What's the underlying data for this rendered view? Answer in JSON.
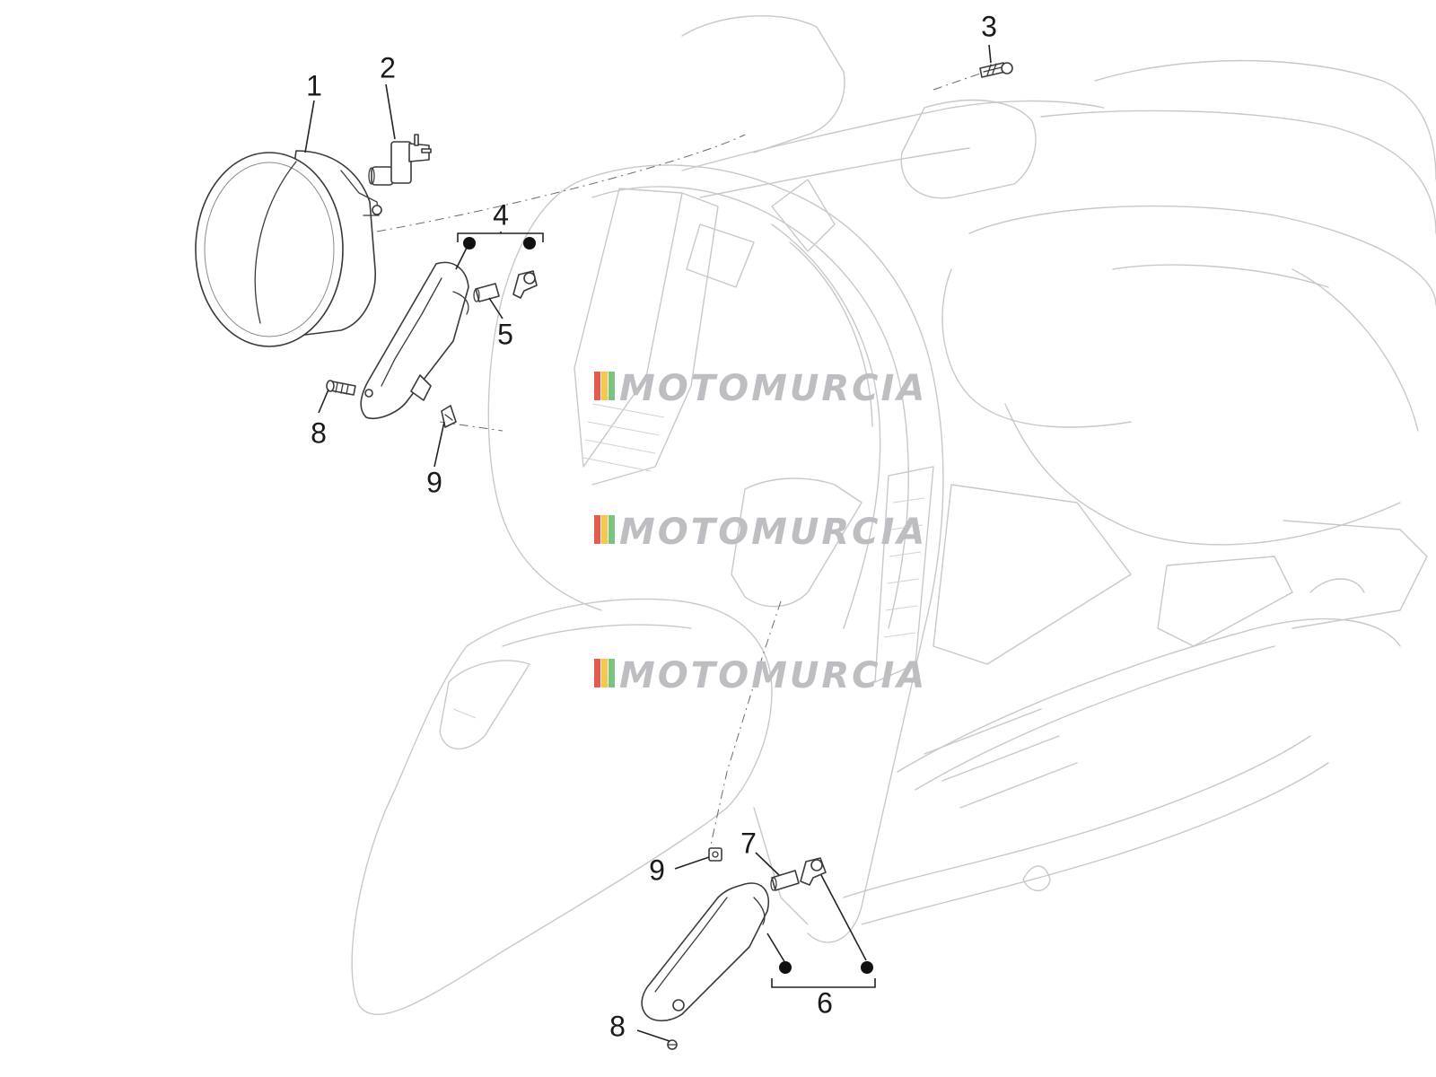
{
  "callouts": {
    "c1": "1",
    "c2": "2",
    "c3": "3",
    "c4": "4",
    "c5": "5",
    "c6": "6",
    "c7": "7",
    "c8a": "8",
    "c8b": "8",
    "c9a": "9",
    "c9b": "9"
  },
  "watermark": {
    "text": "MOTOMURCIA",
    "stripe_colors": [
      "#e85a4f",
      "#f2c94c",
      "#7bc47f"
    ]
  },
  "colors": {
    "ghost_outline": "#c8c8cc",
    "part_outline": "#3a3a3a",
    "callout_text": "#1a1a1a"
  }
}
